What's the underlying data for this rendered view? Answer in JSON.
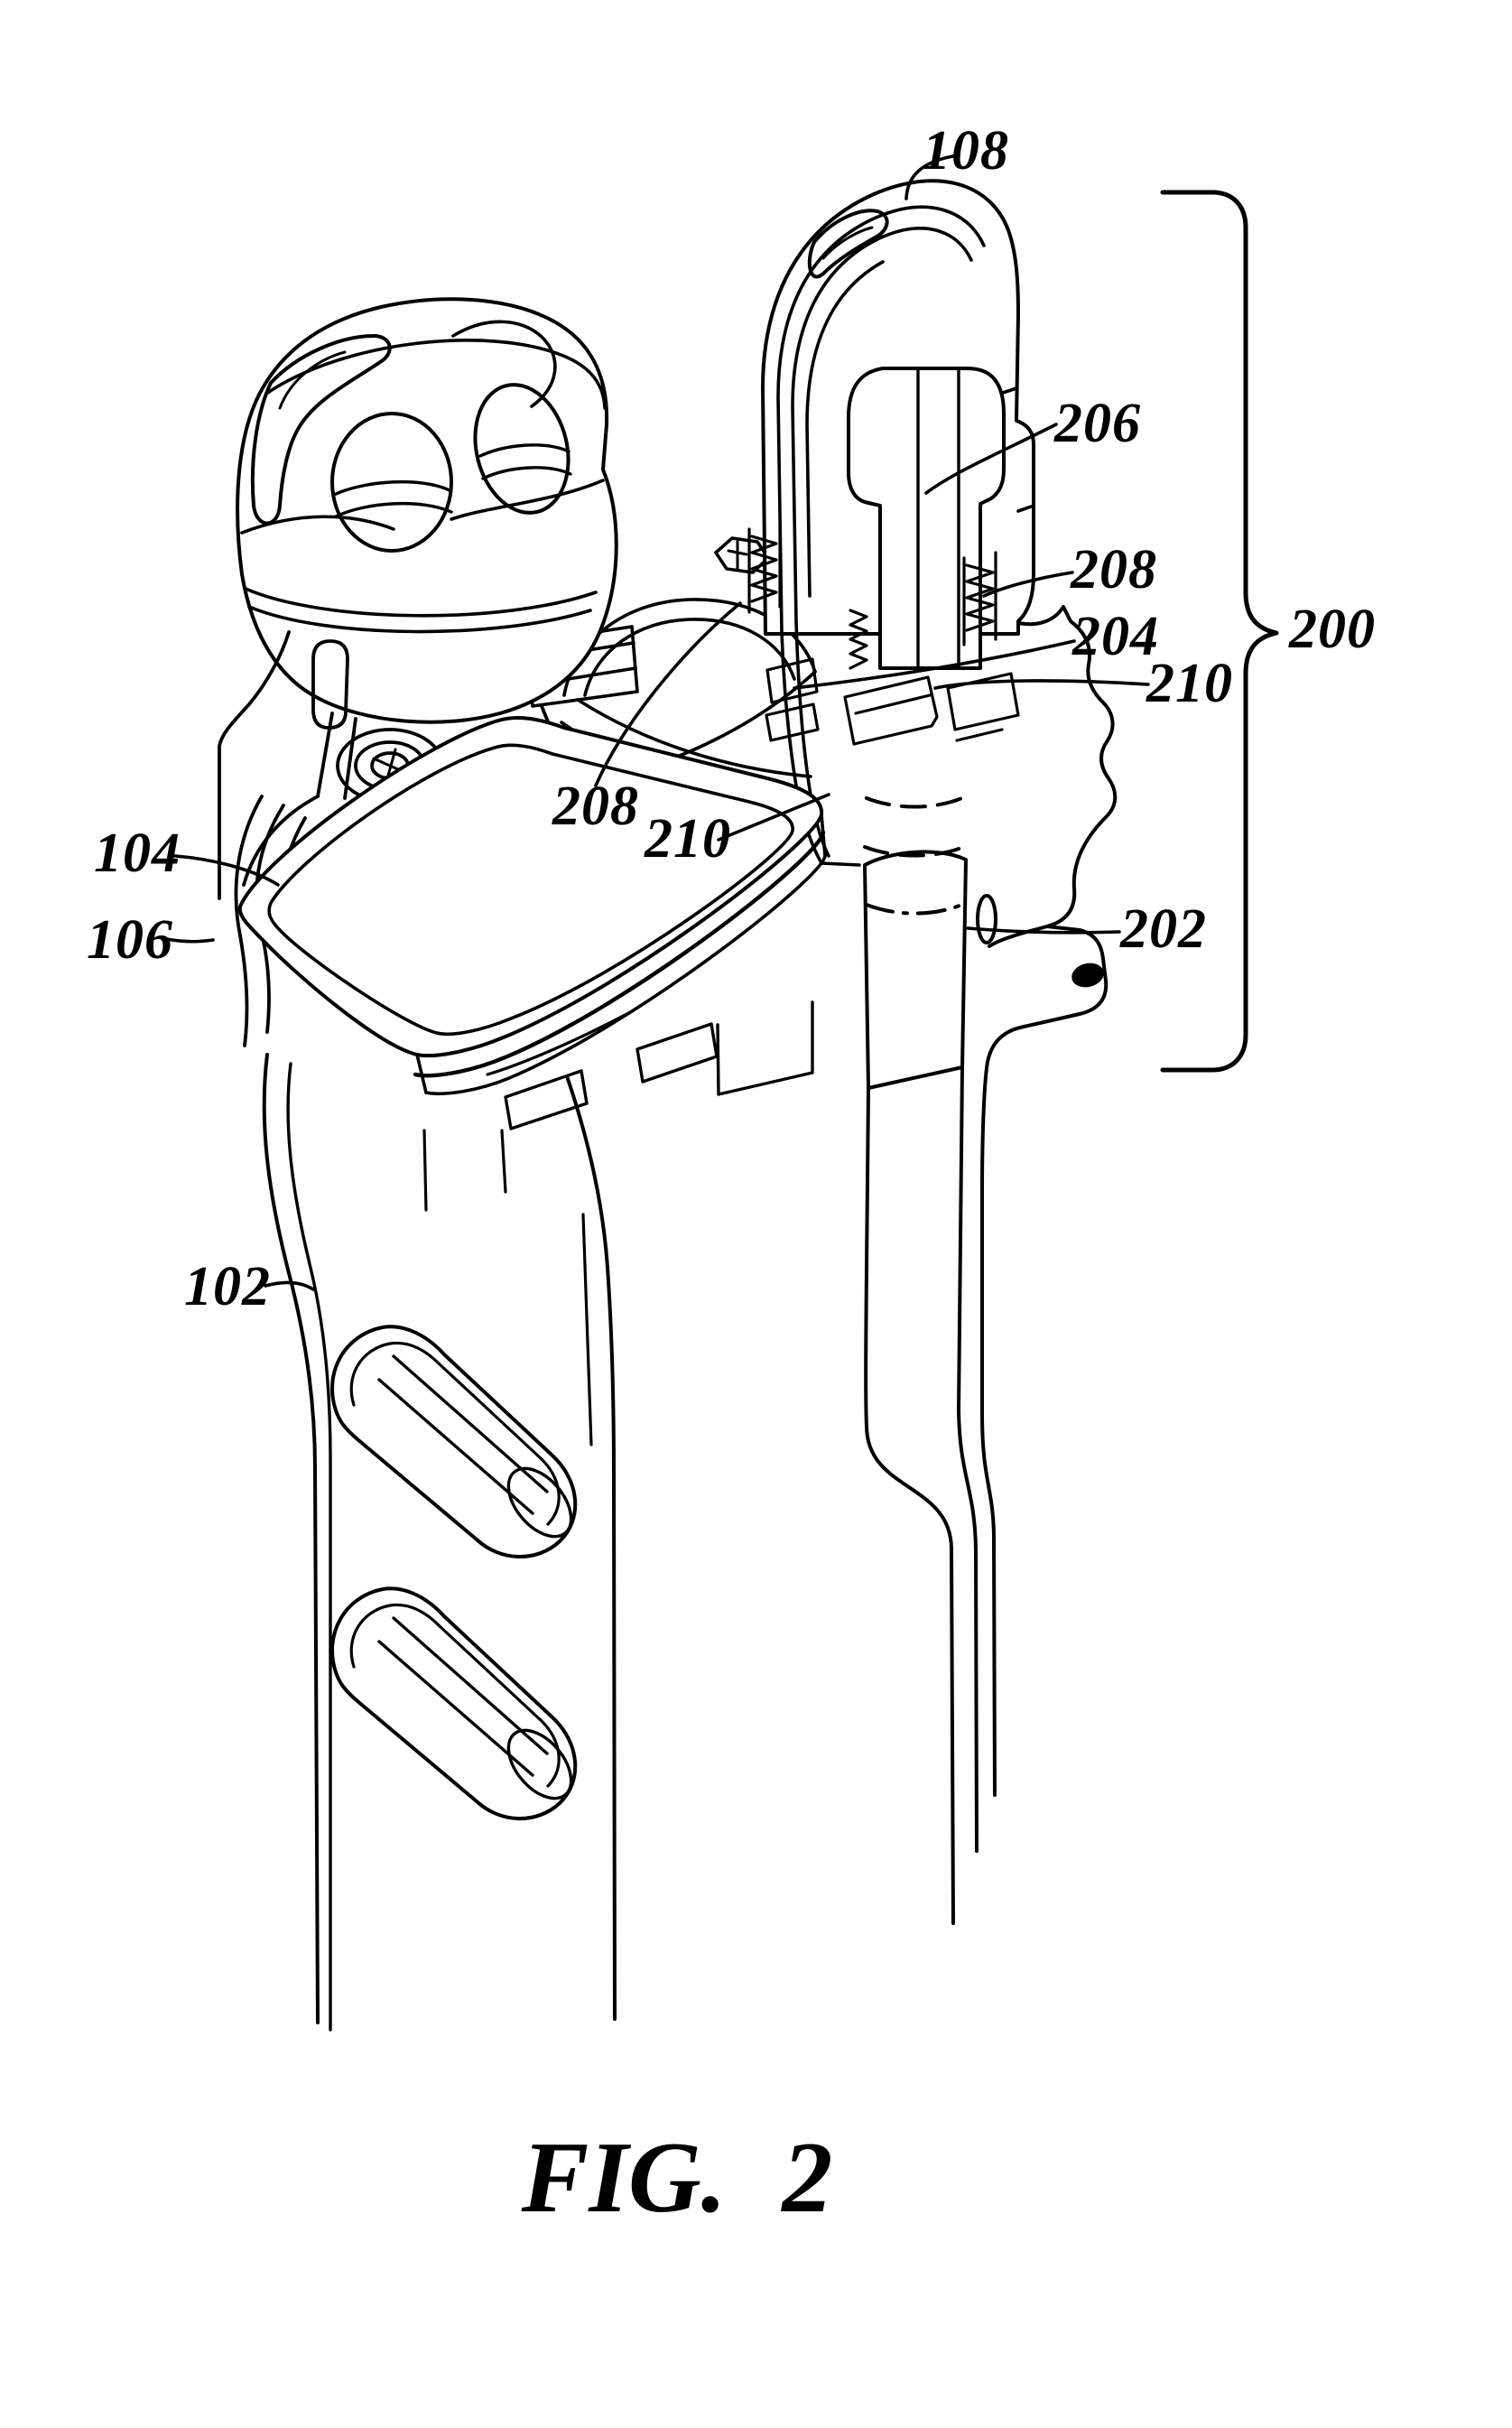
{
  "figure": {
    "caption": "FIG. 2"
  },
  "colors": {
    "line": "#000000",
    "background": "#ffffff"
  },
  "callouts": {
    "c108": {
      "text": "108"
    },
    "c206": {
      "text": "206"
    },
    "c208r": {
      "text": "208"
    },
    "c204": {
      "text": "204"
    },
    "c210r": {
      "text": "210"
    },
    "c200": {
      "text": "200"
    },
    "c208m": {
      "text": "208"
    },
    "c210m": {
      "text": "210"
    },
    "c104": {
      "text": "104"
    },
    "c106": {
      "text": "106"
    },
    "c202": {
      "text": "202"
    },
    "c102": {
      "text": "102"
    }
  }
}
